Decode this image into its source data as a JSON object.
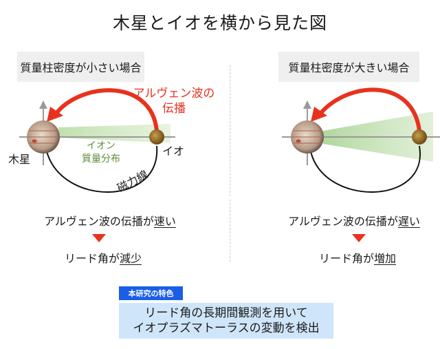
{
  "title": "木星とイオを横から見た図",
  "left_panel": {
    "case_label": "質量柱密度が小さい場合",
    "wave_label_line1": "アルヴェン波の",
    "wave_label_line2": "伝播",
    "jupiter_label": "木星",
    "io_label": "イオ",
    "ion_label_line1": "イオン",
    "ion_label_line2": "質量分布",
    "field_line_label": "磁力線",
    "result_prefix": "アルヴェン波の伝播が",
    "result_emph": "速い",
    "lead_prefix": "リード角が",
    "lead_emph": "減少"
  },
  "right_panel": {
    "case_label": "質量柱密度が大きい場合",
    "result_prefix": "アルヴェン波の伝播が",
    "result_emph": "遅い",
    "lead_prefix": "リード角が",
    "lead_emph": "増加"
  },
  "feature": {
    "tag": "本研究の特色",
    "line1": "リード角の長期間観測を用いて",
    "line2": "イオプラズマトーラスの変動を検出"
  },
  "colors": {
    "arrow_red": "#e8321e",
    "ion_green": "#5e8a3a",
    "tag_blue": "#1a5ee8",
    "feature_bg": "#cfe6fa",
    "case_bg": "#efefef"
  }
}
